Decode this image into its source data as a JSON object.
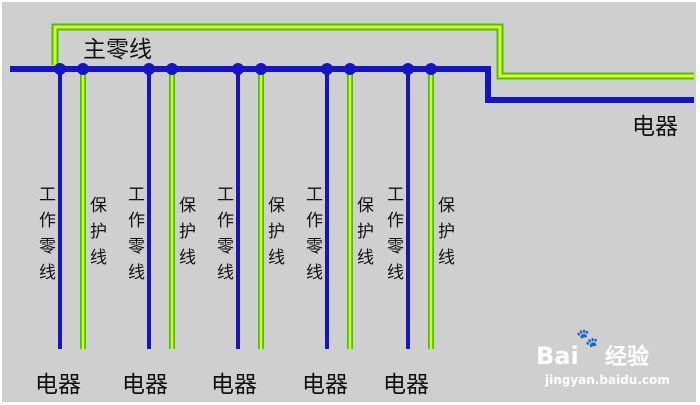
{
  "colors": {
    "background": "#cfcfcf",
    "neutral": "#1414c8",
    "protective": "#f0ee10",
    "protective_edge": "#34c81a"
  },
  "main_label": "主零线",
  "right_label": "电器",
  "branches": [
    {
      "work": "工作零线",
      "protect": "保护线",
      "appliance": "电器"
    },
    {
      "work": "工作零线",
      "protect": "保护线",
      "appliance": "电器"
    },
    {
      "work": "工作零线",
      "protect": "保护线",
      "appliance": "电器"
    },
    {
      "work": "工作零线",
      "protect": "保护线",
      "appliance": "电器"
    },
    {
      "work": "工作零线",
      "protect": "保护线",
      "appliance": "电器"
    }
  ],
  "watermark": {
    "brand": "Bai",
    "suffix": "经验",
    "url": "jingyan.baidu.com"
  }
}
